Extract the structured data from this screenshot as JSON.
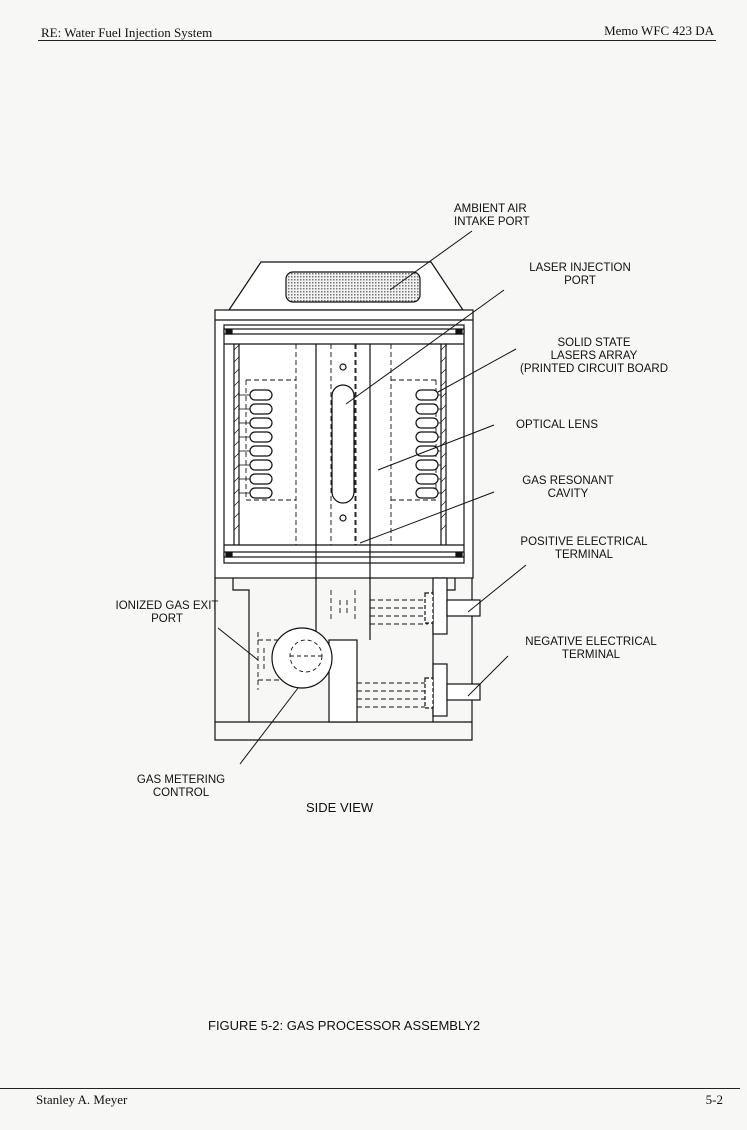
{
  "header": {
    "title": "RE: Water Fuel Injection System",
    "memo": "Memo WFC 423 DA"
  },
  "figure": {
    "labels": {
      "ambient_air": "AMBIENT AIR\nINTAKE PORT",
      "laser_injection": "LASER INJECTION\nPORT",
      "solid_state": "SOLID STATE\nLASERS ARRAY\n(PRINTED CIRCUIT BOARD",
      "optical_lens": "OPTICAL LENS",
      "gas_resonant": "GAS RESONANT\nCAVITY",
      "positive_terminal": "POSITIVE ELECTRICAL\nTERMINAL",
      "negative_terminal": "NEGATIVE ELECTRICAL\nTERMINAL",
      "ionized_gas": "IONIZED GAS EXIT\nPORT",
      "gas_metering": "GAS METERING\nCONTROL"
    },
    "view_label": "SIDE VIEW",
    "caption": "FIGURE 5-2: GAS PROCESSOR ASSEMBLY2"
  },
  "footer": {
    "author": "Stanley A. Meyer",
    "page": "5-2"
  }
}
